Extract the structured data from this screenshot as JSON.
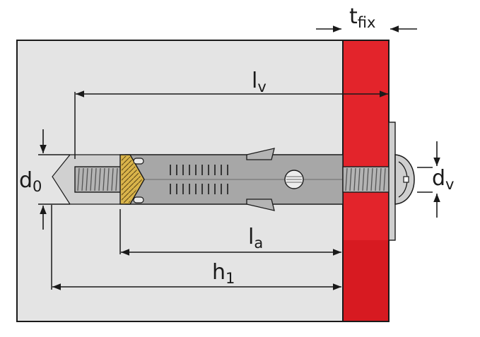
{
  "labels": {
    "t_fix": {
      "main": "t",
      "sub": "fix"
    },
    "l_v": {
      "main": "l",
      "sub": "v"
    },
    "d_0": {
      "main": "d",
      "sub": "0"
    },
    "d_v": {
      "main": "d",
      "sub": "v"
    },
    "l_a": {
      "main": "l",
      "sub": "a"
    },
    "h_1": {
      "main": "h",
      "sub": "1"
    }
  },
  "colors": {
    "base_material": "#e4e4e4",
    "fixture": "#e3242b",
    "fixture_dark": "#c91b22",
    "anchor_sleeve": "#a7a7a7",
    "brass_cone": "#d9b44a",
    "outline": "#1a1a1a"
  }
}
